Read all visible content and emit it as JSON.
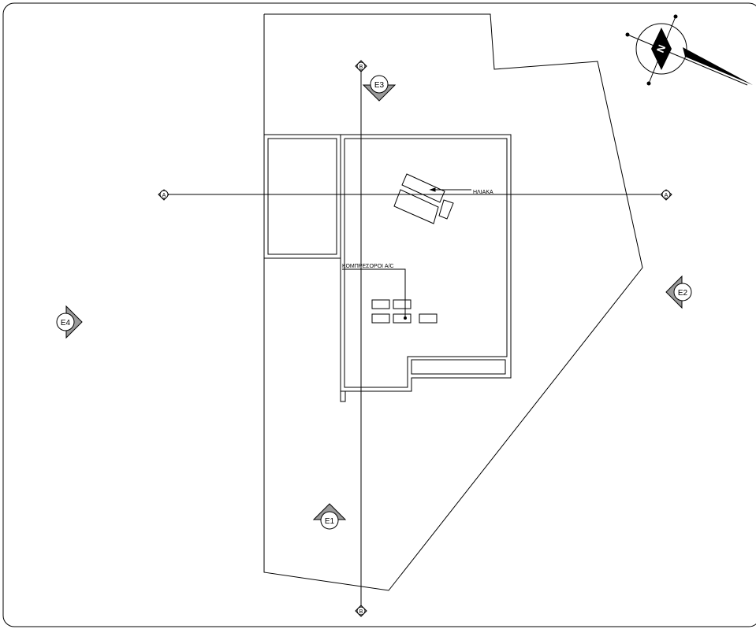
{
  "section_markers": {
    "a": "A",
    "b": "B"
  },
  "elevation_markers": {
    "e1": "E1",
    "e2": "E2",
    "e3": "E3",
    "e4": "E4"
  },
  "annotations": {
    "solar": "ΗΛΙΑΚΑ",
    "compressors": "ΚΟΜΠΡΕΣΟΡΟΙ A/C"
  },
  "north_arrow": {
    "label": "N",
    "icon": "north-arrow-icon"
  },
  "colors": {
    "line": "#000000",
    "marker_fill": "#9a9a9a",
    "background": "#ffffff"
  }
}
